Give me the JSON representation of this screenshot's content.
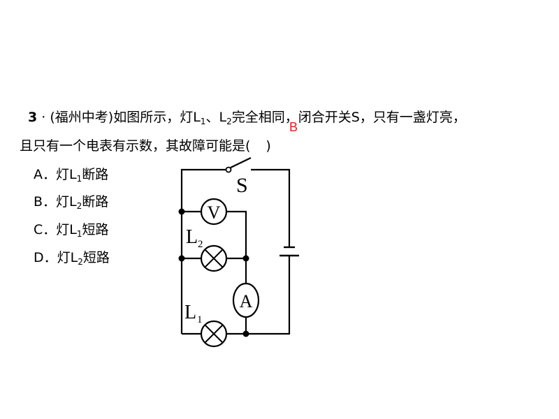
{
  "question": {
    "number": "3",
    "dot": "·",
    "source": "(福州中考)",
    "line1_a": "如图所示，灯",
    "L": "L",
    "sub1": "1",
    "sep": "、",
    "sub2": "2",
    "line1_b": "完全相同，闭合开关S，只有一盏灯亮，",
    "line2": "且只有一个电表有示数，其故障可能是(",
    "line2_end": ")",
    "answer": "B"
  },
  "options": [
    {
      "prefix": "A．灯",
      "L": "L",
      "sub": "1",
      "text": "断路"
    },
    {
      "prefix": "B．灯",
      "L": "L",
      "sub": "2",
      "text": "断路"
    },
    {
      "prefix": "C．灯",
      "L": "L",
      "sub": "1",
      "text": "短路"
    },
    {
      "prefix": "D．灯",
      "L": "L",
      "sub": "2",
      "text": "短路"
    }
  ],
  "circuit": {
    "switch_label": "S",
    "voltmeter_label": "V",
    "ammeter_label": "A",
    "lamp2_label": "L",
    "lamp2_sub": "2",
    "lamp1_label": "L",
    "lamp1_sub": "1",
    "wire_color": "#000000"
  }
}
